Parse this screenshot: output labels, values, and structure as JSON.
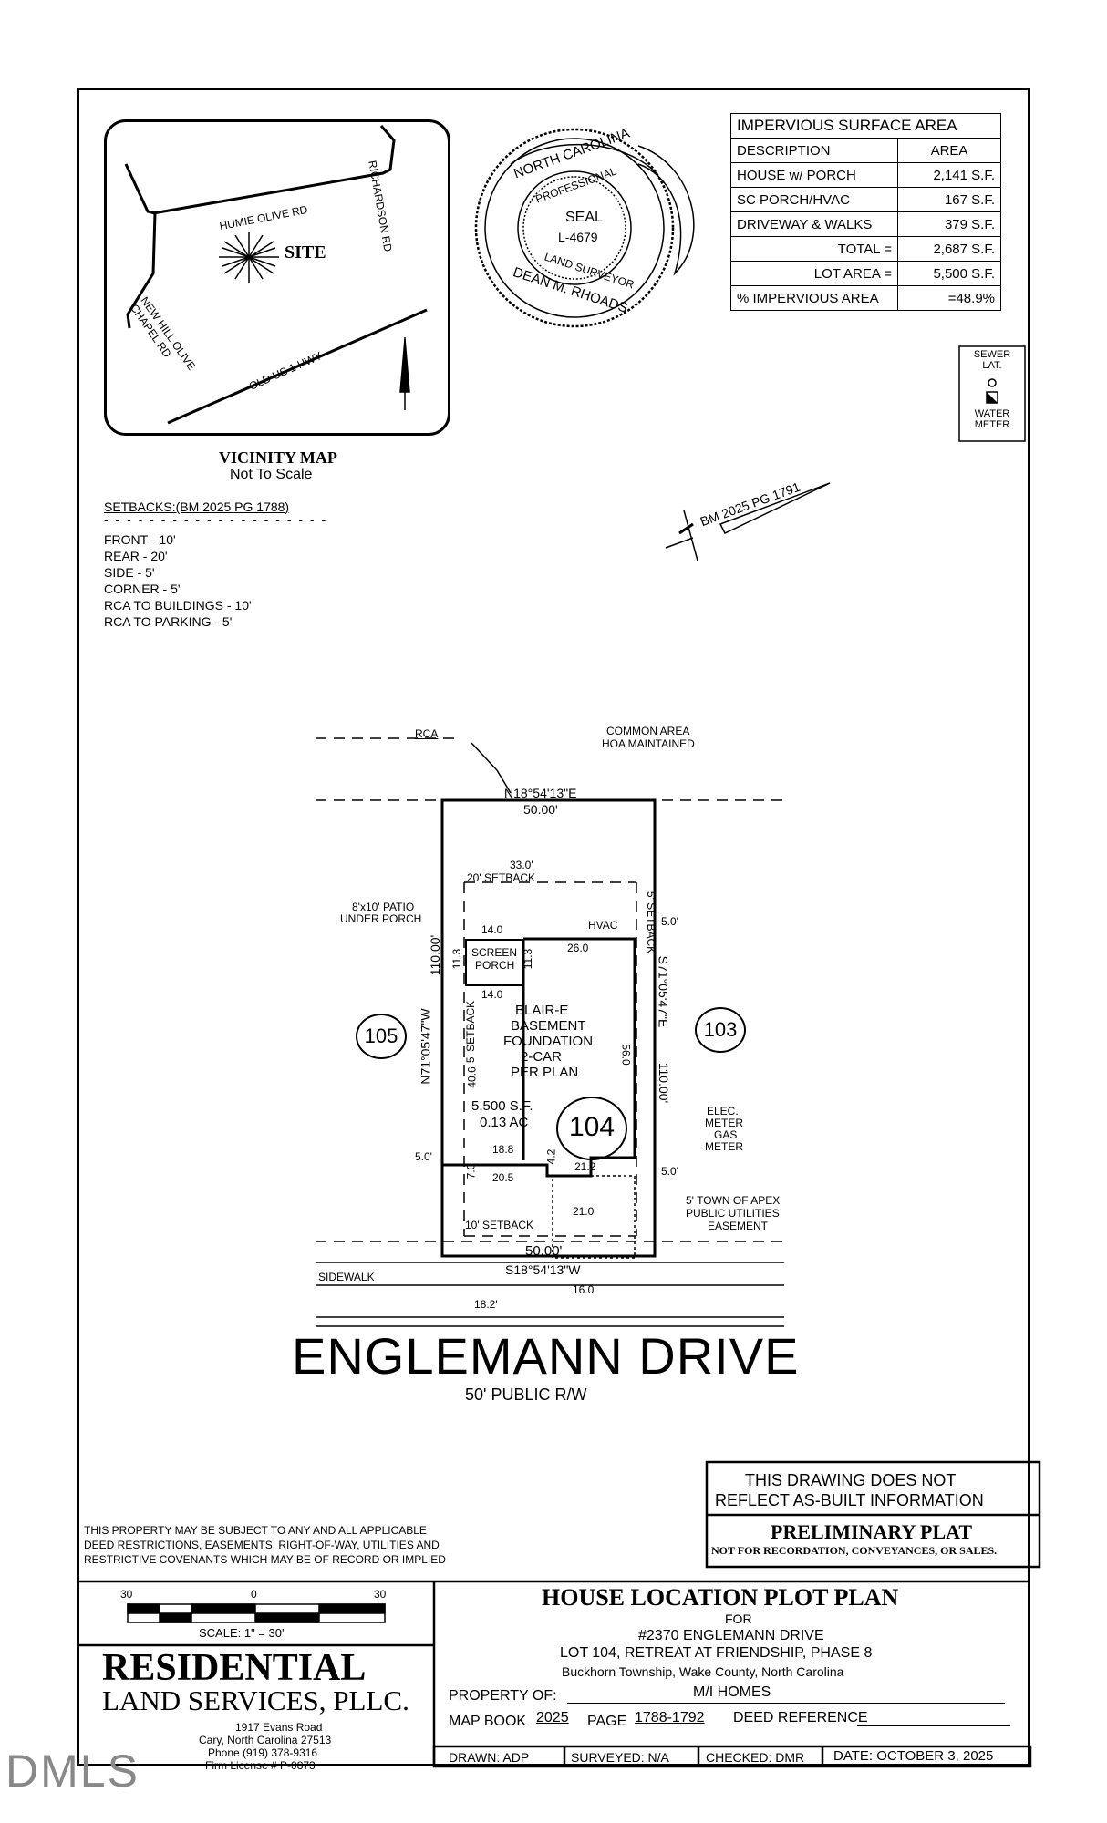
{
  "watermark": "DMLS",
  "vicinity": {
    "roads": [
      "RICHARDSON RD",
      "HUMIE OLIVE RD",
      "NEW HILL OLIVE CHAPEL RD",
      "OLD US 1 HWY"
    ],
    "site_label": "SITE",
    "north_label": "N",
    "title": "VICINITY MAP",
    "subtitle": "Not To Scale"
  },
  "seal": {
    "state": "NORTH CAROLINA",
    "prof": "PROFESSIONAL",
    "seal_word": "SEAL",
    "number": "L-4679",
    "role": "LAND SURVEYOR",
    "name": "DEAN M. RHOADS"
  },
  "impervious": {
    "title": "IMPERVIOUS SURFACE AREA",
    "col_desc": "DESCRIPTION",
    "col_area": "AREA",
    "rows": [
      {
        "desc": "HOUSE w/ PORCH",
        "area": "2,141 S.F."
      },
      {
        "desc": "SC PORCH/HVAC",
        "area": "167 S.F."
      },
      {
        "desc": "DRIVEWAY & WALKS",
        "area": "379 S.F."
      },
      {
        "desc": "TOTAL =",
        "area": "2,687 S.F."
      },
      {
        "desc": "LOT AREA =",
        "area": "5,500 S.F."
      },
      {
        "desc": "% IMPERVIOUS AREA",
        "area": "=48.9%"
      }
    ]
  },
  "legend": {
    "sewer": "SEWER LAT.",
    "water": "WATER METER"
  },
  "setbacks": {
    "title": "SETBACKS:(BM 2025 PG 1788)",
    "items": [
      "FRONT - 10'",
      "REAR - 20'",
      "SIDE - 5'",
      "CORNER - 5'",
      "RCA TO BUILDINGS - 10'",
      "RCA TO PARKING - 5'"
    ]
  },
  "bm_ref": "BM 2025 PG 1791",
  "plot": {
    "rca": "RCA",
    "common_area": "COMMON AREA",
    "hoa": "HOA MAINTAINED",
    "north_bearing": "N18°54'13\"E",
    "north_dist": "50.00'",
    "rear_dist": "33.0'",
    "rear_setback": "20' SETBACK",
    "patio": "8'x10' PATIO",
    "patio2": "UNDER PORCH",
    "dim_14a": "14.0",
    "dim_14b": "14.0",
    "dim_113a": "11.3",
    "dim_113b": "11.3",
    "screen1": "SCREEN",
    "screen2": "PORCH",
    "hvac": "HVAC",
    "dim_26": "26.0",
    "side_setback_r": "5' SETBACK",
    "side_setback_l": "5' SETBACK",
    "dim_5r": "5.0'",
    "house1": "BLAIR-E",
    "house2": "BASEMENT",
    "house3": "FOUNDATION",
    "house4": "2-CAR",
    "house5": "PER PLAN",
    "dim_56": "56.0",
    "dim_406": "40.6",
    "west_bearing": "N71°05'47\"W",
    "west_dist": "110.00'",
    "east_bearing": "S71°05'47\"E",
    "east_dist": "110.00'",
    "lot_area": "5,500 S.F.",
    "lot_ac": "0.13 AC",
    "lot_num": "104",
    "lot_left": "105",
    "lot_right": "103",
    "elec": "ELEC.",
    "meter": "METER",
    "gas": "GAS",
    "meter2": "METER",
    "dim_188": "18.8",
    "dim_42": "4.2",
    "dim_5l": "5.0'",
    "dim_5rb": "5.0'",
    "dim_70": "7.0",
    "dim_205": "20.5",
    "dim_212": "21.2",
    "dim_210": "21.0'",
    "front_setback": "10' SETBACK",
    "easement1": "5' TOWN OF APEX",
    "easement2": "PUBLIC UTILITIES",
    "easement3": "EASEMENT",
    "south_dist": "50.00'",
    "south_bearing": "S18°54'13\"W",
    "sidewalk": "SIDEWALK",
    "dim_182": "18.2'",
    "dim_160": "16.0'",
    "street": "ENGLEMANN DRIVE",
    "row": "50' PUBLIC R/W"
  },
  "notes": {
    "asbuilt1": "THIS DRAWING DOES NOT",
    "asbuilt2": "REFLECT AS-BUILT INFORMATION",
    "prelim": "PRELIMINARY PLAT",
    "prelim_sub": "NOT FOR RECORDATION, CONVEYANCES, OR SALES.",
    "deed1": "THIS PROPERTY MAY BE SUBJECT TO ANY AND ALL APPLICABLE",
    "deed2": "DEED RESTRICTIONS, EASEMENTS, RIGHT-OF-WAY, UTILITIES AND",
    "deed3": "RESTRICTIVE COVENANTS WHICH MAY BE OF RECORD OR IMPLIED"
  },
  "scale": {
    "left": "30",
    "mid": "0",
    "right": "30",
    "text": "SCALE: 1\" = 30'"
  },
  "firm": {
    "name1": "RESIDENTIAL",
    "name2": "LAND SERVICES, PLLC.",
    "addr1": "1917 Evans Road",
    "addr2": "Cary, North Carolina 27513",
    "phone": "Phone (919) 378-9316",
    "license": "Firm License # P-0873"
  },
  "title_block": {
    "title": "HOUSE LOCATION PLOT PLAN",
    "for": "FOR",
    "address": "#2370 ENGLEMANN DRIVE",
    "lot": "LOT 104, RETREAT AT FRIENDSHIP, PHASE 8",
    "township": "Buckhorn Township, Wake County, North Carolina",
    "property_label": "PROPERTY OF:",
    "property": "M/I HOMES",
    "mapbook_label": "MAP BOOK",
    "mapbook": "2025",
    "page_label": "PAGE",
    "page": "1788-1792",
    "deed_label": "DEED REFERENCE",
    "drawn": "DRAWN: ADP",
    "surveyed": "SURVEYED: N/A",
    "checked": "CHECKED: DMR",
    "date": "DATE: OCTOBER 3, 2025"
  }
}
